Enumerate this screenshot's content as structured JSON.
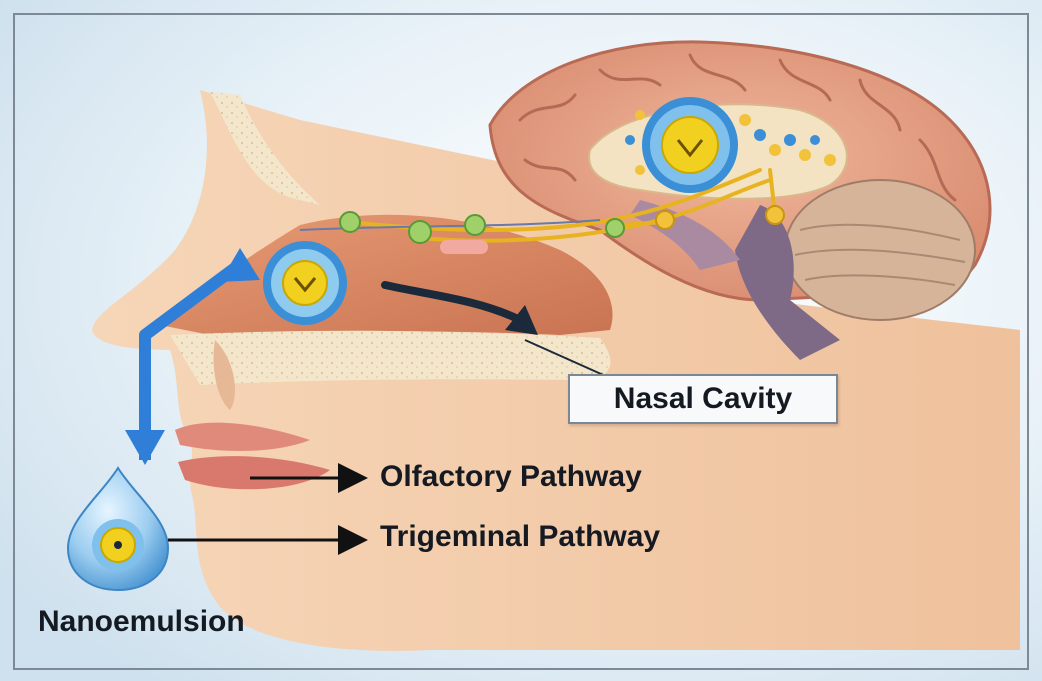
{
  "labels": {
    "nasal_cavity": "Nasal Cavity",
    "olfactory_pathway": "Olfactory Pathway",
    "trigeminal_pathway": "Trigeminal Pathway",
    "nanoemulsion": "Nanoemulsion"
  },
  "colors": {
    "skin": "#f2c9a6",
    "brain": "#e7a487",
    "brain_fold": "#b56a55",
    "cerebellum": "#d6b49a",
    "nasal_cavity": "#d98a66",
    "bone": "#f1e2c4",
    "nerve": "#e8b321",
    "droplet_core": "#f2d020",
    "droplet_shell": "#3a8fd6",
    "arrow_blue": "#2f7fd8",
    "arrow_dark": "#1a2a3a",
    "lips": "#d9786c",
    "background": "#e4eff7"
  }
}
